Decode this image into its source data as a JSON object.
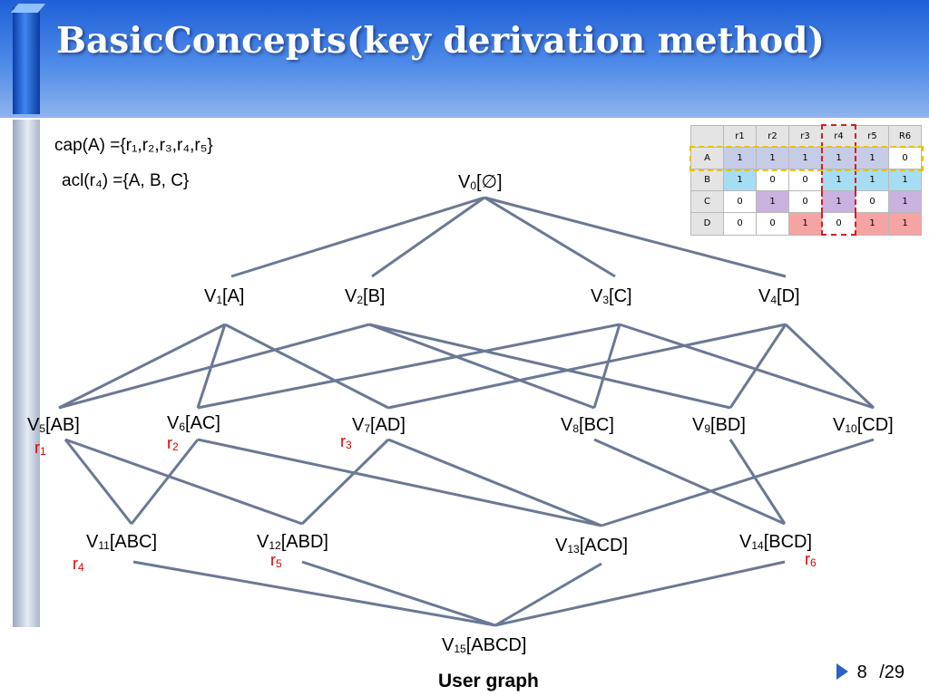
{
  "slide": {
    "title": "BasicConcepts(key derivation method)",
    "cap_line": "cap(A) ={r₁,r₂,r₃,r₄,r₅}",
    "acl_line": "acl(r₄) ={A, B, C}",
    "caption": "User graph",
    "page_current": "8",
    "page_total": "/29"
  },
  "graph": {
    "nodes": [
      {
        "id": "V0",
        "sub": "0",
        "label": "[∅]"
      },
      {
        "id": "V1",
        "sub": "1",
        "label": "[A]"
      },
      {
        "id": "V2",
        "sub": "2",
        "label": "[B]"
      },
      {
        "id": "V3",
        "sub": "3",
        "label": "[C]"
      },
      {
        "id": "V4",
        "sub": "4",
        "label": "[D]"
      },
      {
        "id": "V5",
        "sub": "5",
        "label": "[AB]"
      },
      {
        "id": "V6",
        "sub": "6",
        "label": "[AC]"
      },
      {
        "id": "V7",
        "sub": "7",
        "label": "[AD]"
      },
      {
        "id": "V8",
        "sub": "8",
        "label": "[BC]"
      },
      {
        "id": "V9",
        "sub": "9",
        "label": "[BD]"
      },
      {
        "id": "V10",
        "sub": "10",
        "label": "[CD]"
      },
      {
        "id": "V11",
        "sub": "11",
        "label": "[ABC]"
      },
      {
        "id": "V12",
        "sub": "12",
        "label": "[ABD]"
      },
      {
        "id": "V13",
        "sub": "13",
        "label": "[ACD]"
      },
      {
        "id": "V14",
        "sub": "14",
        "label": "[BCD]"
      },
      {
        "id": "V15",
        "sub": "15",
        "label": "[ABCD]"
      }
    ],
    "role_labels": [
      {
        "node": "V5",
        "text": "r",
        "sub": "1"
      },
      {
        "node": "V6",
        "text": "r",
        "sub": "2"
      },
      {
        "node": "V7",
        "text": "r",
        "sub": "3"
      },
      {
        "node": "V11",
        "text": "r",
        "sub": "4"
      },
      {
        "node": "V12",
        "text": "r",
        "sub": "5"
      },
      {
        "node": "V14",
        "text": "r",
        "sub": "6"
      }
    ],
    "edges": [
      [
        "V0",
        "V1"
      ],
      [
        "V0",
        "V2"
      ],
      [
        "V0",
        "V3"
      ],
      [
        "V0",
        "V4"
      ],
      [
        "V1",
        "V5"
      ],
      [
        "V1",
        "V6"
      ],
      [
        "V1",
        "V7"
      ],
      [
        "V2",
        "V5"
      ],
      [
        "V2",
        "V8"
      ],
      [
        "V2",
        "V9"
      ],
      [
        "V3",
        "V6"
      ],
      [
        "V3",
        "V8"
      ],
      [
        "V3",
        "V10"
      ],
      [
        "V4",
        "V7"
      ],
      [
        "V4",
        "V9"
      ],
      [
        "V4",
        "V10"
      ],
      [
        "V5",
        "V11"
      ],
      [
        "V5",
        "V12"
      ],
      [
        "V6",
        "V11"
      ],
      [
        "V6",
        "V13"
      ],
      [
        "V7",
        "V12"
      ],
      [
        "V7",
        "V13"
      ],
      [
        "V8",
        "V14"
      ],
      [
        "V9",
        "V14"
      ],
      [
        "V10",
        "V13"
      ],
      [
        "V11",
        "V15"
      ],
      [
        "V12",
        "V15"
      ],
      [
        "V13",
        "V15"
      ],
      [
        "V14",
        "V15"
      ]
    ]
  },
  "matrix": {
    "columns": [
      "r1",
      "r2",
      "r3",
      "r4",
      "r5",
      "R6"
    ],
    "rows": [
      {
        "name": "A",
        "values": [
          "1",
          "1",
          "1",
          "1",
          "1",
          "0"
        ]
      },
      {
        "name": "B",
        "values": [
          "1",
          "0",
          "0",
          "1",
          "1",
          "1"
        ]
      },
      {
        "name": "C",
        "values": [
          "0",
          "1",
          "0",
          "1",
          "0",
          "1"
        ]
      },
      {
        "name": "D",
        "values": [
          "0",
          "0",
          "1",
          "0",
          "1",
          "1"
        ]
      }
    ]
  },
  "colors": {
    "edge": "#6b7894",
    "role_label": "#e00000",
    "header_blue": "#2e6ede"
  }
}
